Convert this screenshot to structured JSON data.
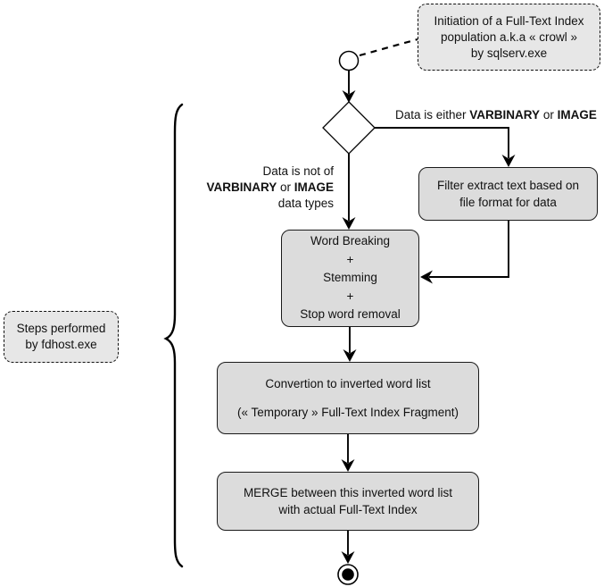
{
  "notes": {
    "initiation": {
      "line1": "Initiation of a Full-Text Index",
      "line2": "population a.k.a « crowl »",
      "line3": "by sqlserv.exe"
    },
    "steps": {
      "line1": "Steps performed",
      "line2": "by fdhost.exe"
    }
  },
  "edge_labels": {
    "either": {
      "pre": "Data is either ",
      "bold1": "VARBINARY",
      "mid": " or ",
      "bold2": "IMAGE"
    },
    "not": {
      "line1": "Data is not of",
      "bold1": "VARBINARY",
      "mid": " or ",
      "bold2": "IMAGE",
      "line3": "data types"
    }
  },
  "boxes": {
    "filter": {
      "line1": "Filter extract text based on",
      "line2": "file format for data"
    },
    "wordbreak": {
      "line1": "Word Breaking",
      "line2": "+",
      "line3": "Stemming",
      "line4": "+",
      "line5": "Stop word removal"
    },
    "conversion": {
      "line1": "Convertion to inverted word list",
      "line2": "(« Temporary » Full-Text Index Fragment)"
    },
    "merge": {
      "line1": "MERGE between this inverted word list",
      "line2": "with actual Full-Text Index"
    }
  },
  "colors": {
    "box_fill": "#dcdcdc",
    "note_fill": "#e7e7e7",
    "stroke": "#000000",
    "page_bg": "#ffffff"
  }
}
